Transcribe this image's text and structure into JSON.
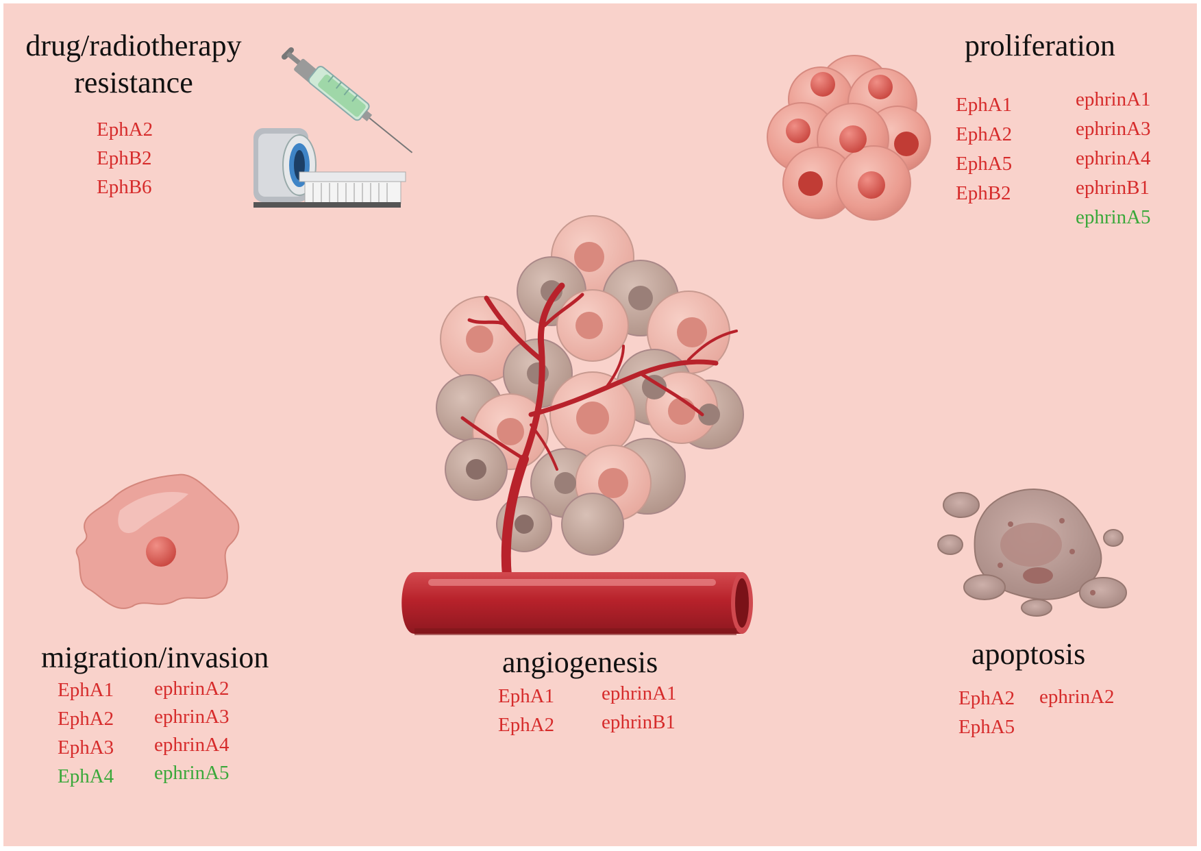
{
  "colors": {
    "background": "#f9d2cb",
    "gene_red": "#d62b2b",
    "gene_green": "#3aa83a",
    "vessel": "#b8222b",
    "title_text": "#111111"
  },
  "sections": {
    "resistance": {
      "title_line1": "drug/radiotherapy",
      "title_line2": "resistance",
      "genes": [
        {
          "label": "EphA2",
          "color": "red"
        },
        {
          "label": "EphB2",
          "color": "red"
        },
        {
          "label": "EphB6",
          "color": "red"
        }
      ],
      "icons": [
        "syringe-icon",
        "mri-scanner-icon"
      ]
    },
    "proliferation": {
      "title": "proliferation",
      "genes_left": [
        {
          "label": "EphA1",
          "color": "red"
        },
        {
          "label": "EphA2",
          "color": "red"
        },
        {
          "label": "EphA5",
          "color": "red"
        },
        {
          "label": "EphB2",
          "color": "red"
        }
      ],
      "genes_right": [
        {
          "label": "ephrinA1",
          "color": "red"
        },
        {
          "label": "ephrinA3",
          "color": "red"
        },
        {
          "label": "ephrinA4",
          "color": "red"
        },
        {
          "label": "ephrinB1",
          "color": "red"
        },
        {
          "label": "ephrinA5",
          "color": "green"
        }
      ],
      "icons": [
        "cell-cluster-icon"
      ]
    },
    "migration": {
      "title": "migration/invasion",
      "genes_left": [
        {
          "label": "EphA1",
          "color": "red"
        },
        {
          "label": "EphA2",
          "color": "red"
        },
        {
          "label": "EphA3",
          "color": "red"
        },
        {
          "label": "EphA4",
          "color": "green"
        }
      ],
      "genes_right": [
        {
          "label": "ephrinA2",
          "color": "red"
        },
        {
          "label": "ephrinA3",
          "color": "red"
        },
        {
          "label": "ephrinA4",
          "color": "red"
        },
        {
          "label": "ephrinA5",
          "color": "green"
        }
      ],
      "icons": [
        "migrating-cell-icon"
      ]
    },
    "angiogenesis": {
      "title": "angiogenesis",
      "genes_left": [
        {
          "label": "EphA1",
          "color": "red"
        },
        {
          "label": "EphA2",
          "color": "red"
        }
      ],
      "genes_right": [
        {
          "label": "ephrinA1",
          "color": "red"
        },
        {
          "label": "ephrinB1",
          "color": "red"
        }
      ],
      "icons": [
        "tumor-icon",
        "blood-vessel-icon"
      ]
    },
    "apoptosis": {
      "title": "apoptosis",
      "genes_left": [
        {
          "label": "EphA2",
          "color": "red"
        },
        {
          "label": "EphA5",
          "color": "red"
        }
      ],
      "genes_right": [
        {
          "label": "ephrinA2",
          "color": "red"
        }
      ],
      "icons": [
        "apoptotic-cell-icon"
      ]
    }
  }
}
